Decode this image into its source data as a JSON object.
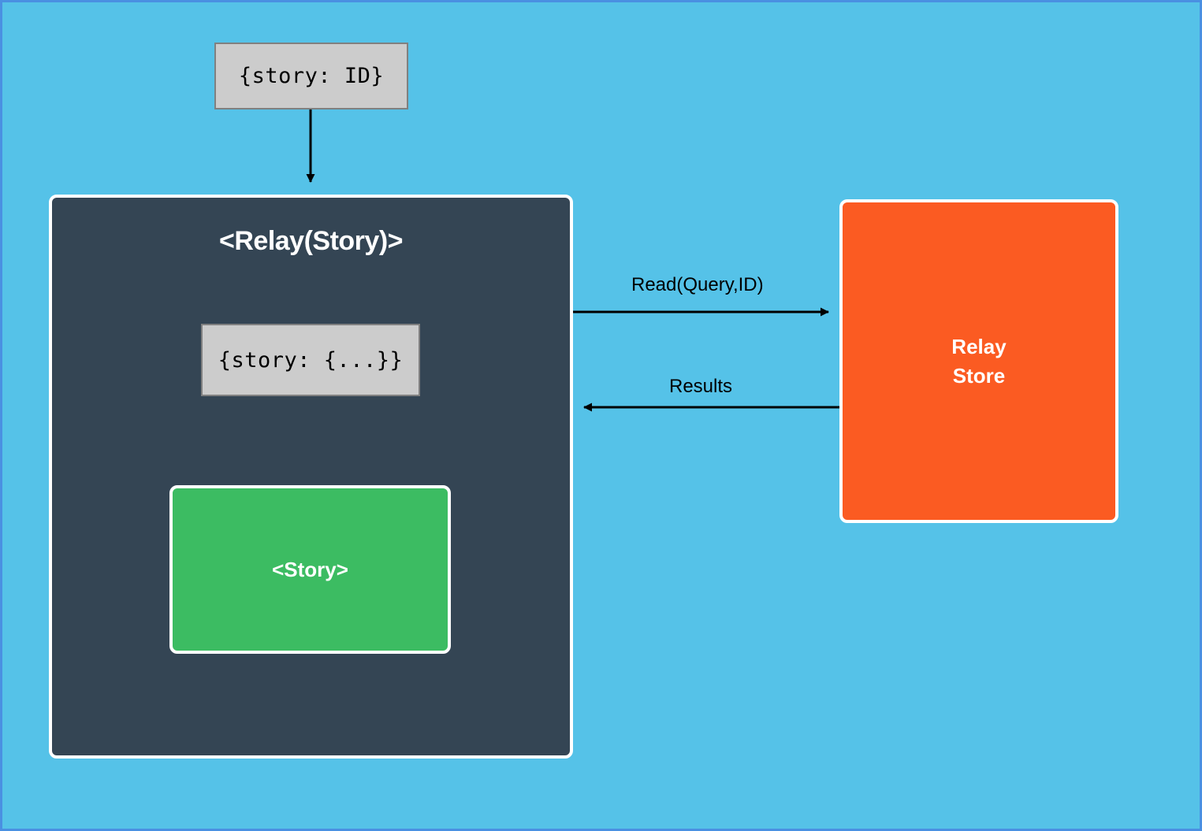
{
  "diagram": {
    "title": "Relay Story data flow",
    "background_color": "#55c2e8",
    "nodes": {
      "props_in": {
        "label": "{story: ID}",
        "type": "code-box",
        "fill": "#cccccc",
        "border": "#808080"
      },
      "relay_container": {
        "label": "<Relay(Story)>",
        "type": "container",
        "fill": "#344554",
        "border": "#ffffff"
      },
      "props_out": {
        "label": "{story: {...}}",
        "type": "code-box",
        "fill": "#cccccc",
        "border": "#808080"
      },
      "story_component": {
        "label": "<Story>",
        "type": "component",
        "fill": "#3cbc62",
        "border": "#ffffff"
      },
      "relay_store": {
        "label_line1": "Relay",
        "label_line2": "Store",
        "type": "store",
        "fill": "#fb5b22",
        "border": "#ffffff"
      }
    },
    "edges": [
      {
        "name": "props-in-to-container",
        "label": "",
        "from": "props_in",
        "to": "relay_container",
        "color": "#000000"
      },
      {
        "name": "container-to-store",
        "label": "Read(Query,ID)",
        "from": "relay_container",
        "to": "relay_store",
        "color": "#000000"
      },
      {
        "name": "store-to-container",
        "label": "Results",
        "from": "relay_store",
        "to": "relay_container",
        "color": "#000000"
      },
      {
        "name": "props-out-to-story",
        "label": "",
        "from": "props_out",
        "to": "story_component",
        "color": "#ffffff"
      }
    ]
  }
}
